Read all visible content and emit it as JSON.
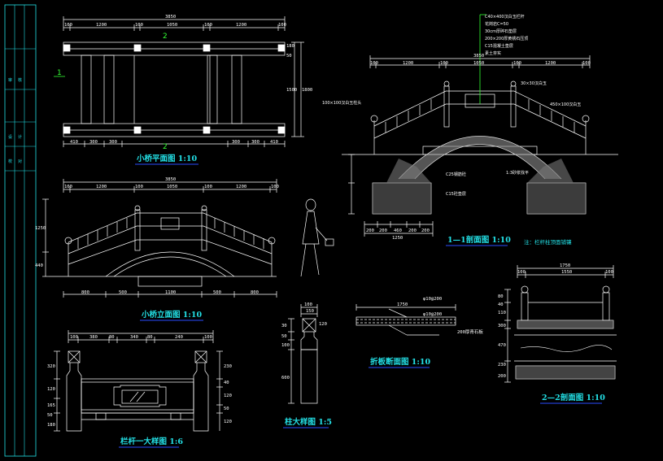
{
  "colors": {
    "background": "#000000",
    "line_white": "#ffffff",
    "text_cyan": "#23e0e6",
    "leader_green": "#33ff33",
    "title_underline": "#2a4cff",
    "fill_gray": "#9a9a9a"
  },
  "title_block": {
    "labels": [
      "审",
      "核",
      "设",
      "计",
      "校",
      "对"
    ]
  },
  "plan_view": {
    "title": "小桥平面图 1:10",
    "top_total": "3850",
    "top_dims": [
      "100",
      "1200",
      "100",
      "1050",
      "100",
      "1200",
      "100"
    ],
    "bottom_dims": [
      "410",
      "300",
      "300",
      "300",
      "300",
      "410"
    ],
    "right_dims": [
      "180",
      "50",
      "1500",
      "1800"
    ],
    "section_mark_1": "1",
    "section_mark_2": "2"
  },
  "elevation_view": {
    "title": "小桥立面图 1:10",
    "top_total": "3850",
    "top_dims": [
      "100",
      "1200",
      "100",
      "1050",
      "100",
      "1200",
      "100"
    ],
    "bottom_dims": [
      "800",
      "500",
      "1100",
      "500",
      "800"
    ],
    "left_dims": [
      "1250",
      "440"
    ]
  },
  "section_1_1": {
    "title": "1—1剖面图 1:10",
    "top_total": "3850",
    "top_dims": [
      "100",
      "1200",
      "100",
      "1050",
      "100",
      "1200",
      "100"
    ],
    "bottom_dims": [
      "200",
      "200",
      "460",
      "200",
      "200"
    ],
    "bottom_total": "1250",
    "callouts": [
      "C40×400汉白玉栏杆",
      "花岗岩C=50",
      "30cm厚碎石垫层",
      "200×200厚黄锈石压顶",
      "C15混凝土垫层",
      "素土夯实"
    ],
    "labels_right": [
      "30×30汉白玉",
      "450×100汉白玉"
    ],
    "labels_left": [
      "100×100汉白玉柱头"
    ],
    "labels_bottom": [
      "C25钢筋砼",
      "C15砼垫层",
      "1:3砂浆找平"
    ],
    "note": "注：栏杆柱顶面铺镶"
  },
  "railing_detail": {
    "title": "栏杆一大样图 1:6",
    "top_dims": [
      "100",
      "380",
      "80",
      "340",
      "80",
      "240",
      "100"
    ],
    "left_dims": [
      "320",
      "120",
      "165",
      "50",
      "180"
    ],
    "right_dims": [
      "230",
      "40",
      "120",
      "50",
      "120"
    ]
  },
  "post_detail": {
    "title": "柱大样图 1:5",
    "top_dims": [
      "100",
      "150",
      "120"
    ],
    "left_dims": [
      "30",
      "50",
      "100",
      "600"
    ]
  },
  "slab_detail": {
    "title": "折板断面图 1:10",
    "labels": [
      "1750",
      "φ10@200",
      "φ10@200",
      "200厚青石板"
    ]
  },
  "section_2_2": {
    "title": "2—2剖面图 1:10",
    "top_total": "1750",
    "top_dims": [
      "100",
      "1550",
      "100"
    ],
    "left_dims": [
      "80",
      "40",
      "110",
      "300",
      "470",
      "230",
      "200"
    ]
  }
}
